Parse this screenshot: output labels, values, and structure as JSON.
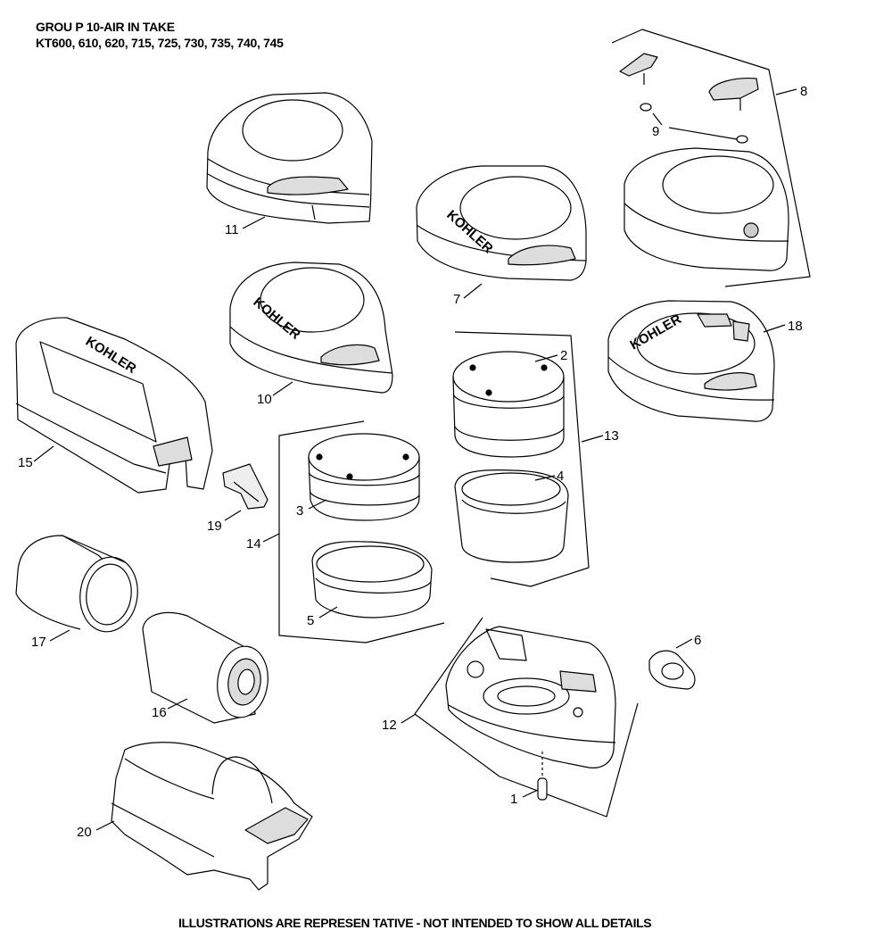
{
  "header": {
    "title": "GROU P 10-AIR IN TAKE",
    "models": "KT600, 610, 620, 715, 725, 730, 735, 740, 745"
  },
  "footer": {
    "note": "ILLUSTRATIONS ARE REPRESEN TATIVE - NOT INTENDED TO SHOW ALL DETAILS"
  },
  "brand_text": "KOHLER",
  "callouts": {
    "c1": "1",
    "c2": "2",
    "c3": "3",
    "c4": "4",
    "c5": "5",
    "c6": "6",
    "c7": "7",
    "c8": "8",
    "c9": "9",
    "c10": "10",
    "c11": "11",
    "c12": "12",
    "c13": "13",
    "c14": "14",
    "c15": "15",
    "c16": "16",
    "c17": "17",
    "c18": "18",
    "c19": "19",
    "c20": "20"
  }
}
